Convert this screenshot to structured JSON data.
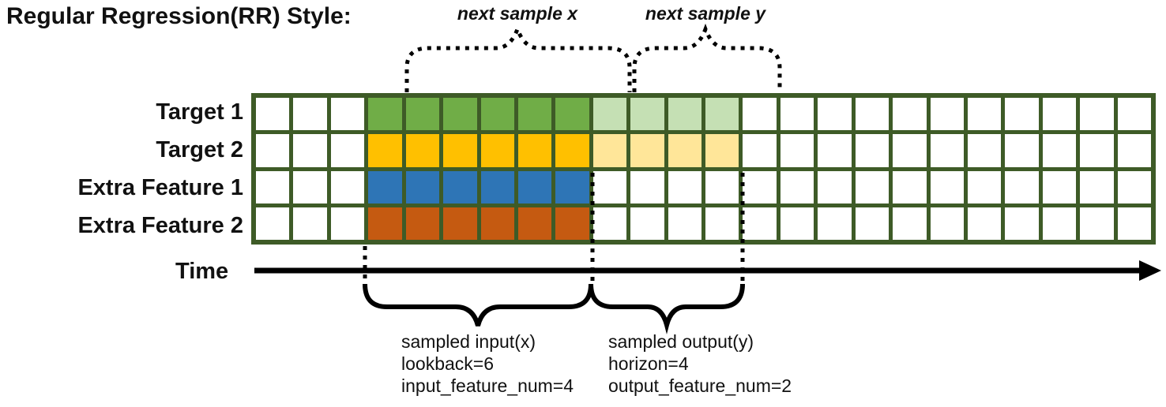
{
  "title": "Regular Regression(RR) Style:",
  "annotations": {
    "next_sample_x": "next sample x",
    "next_sample_y": "next sample y",
    "time_label": "Time"
  },
  "captions": {
    "input": {
      "line1": "sampled input(x)",
      "line2": "lookback=6",
      "line3": "input_feature_num=4"
    },
    "output": {
      "line1": "sampled output(y)",
      "line2": "horizon=4",
      "line3": "output_feature_num=2"
    }
  },
  "colors": {
    "grid_border": "#3E5B27",
    "empty_cell": "#FFFFFF",
    "annotation_black": "#000000",
    "target1_input": "#70AD47",
    "target1_output": "#C5E0B4",
    "target2_input": "#FFC000",
    "target2_output": "#FFE699",
    "extra_feature1_input": "#2E75B6",
    "extra_feature2_input": "#C55A11"
  },
  "grid": {
    "columns": 24,
    "input_start": 3,
    "lookback": 6,
    "horizon": 4,
    "rows": [
      {
        "label": "Target 1",
        "input_color": "#70AD47",
        "output_color": "#C5E0B4",
        "has_output": true
      },
      {
        "label": "Target 2",
        "input_color": "#FFC000",
        "output_color": "#FFE699",
        "has_output": true
      },
      {
        "label": "Extra Feature 1",
        "input_color": "#2E75B6",
        "output_color": null,
        "has_output": false
      },
      {
        "label": "Extra Feature 2",
        "input_color": "#C55A11",
        "output_color": null,
        "has_output": false
      }
    ]
  }
}
